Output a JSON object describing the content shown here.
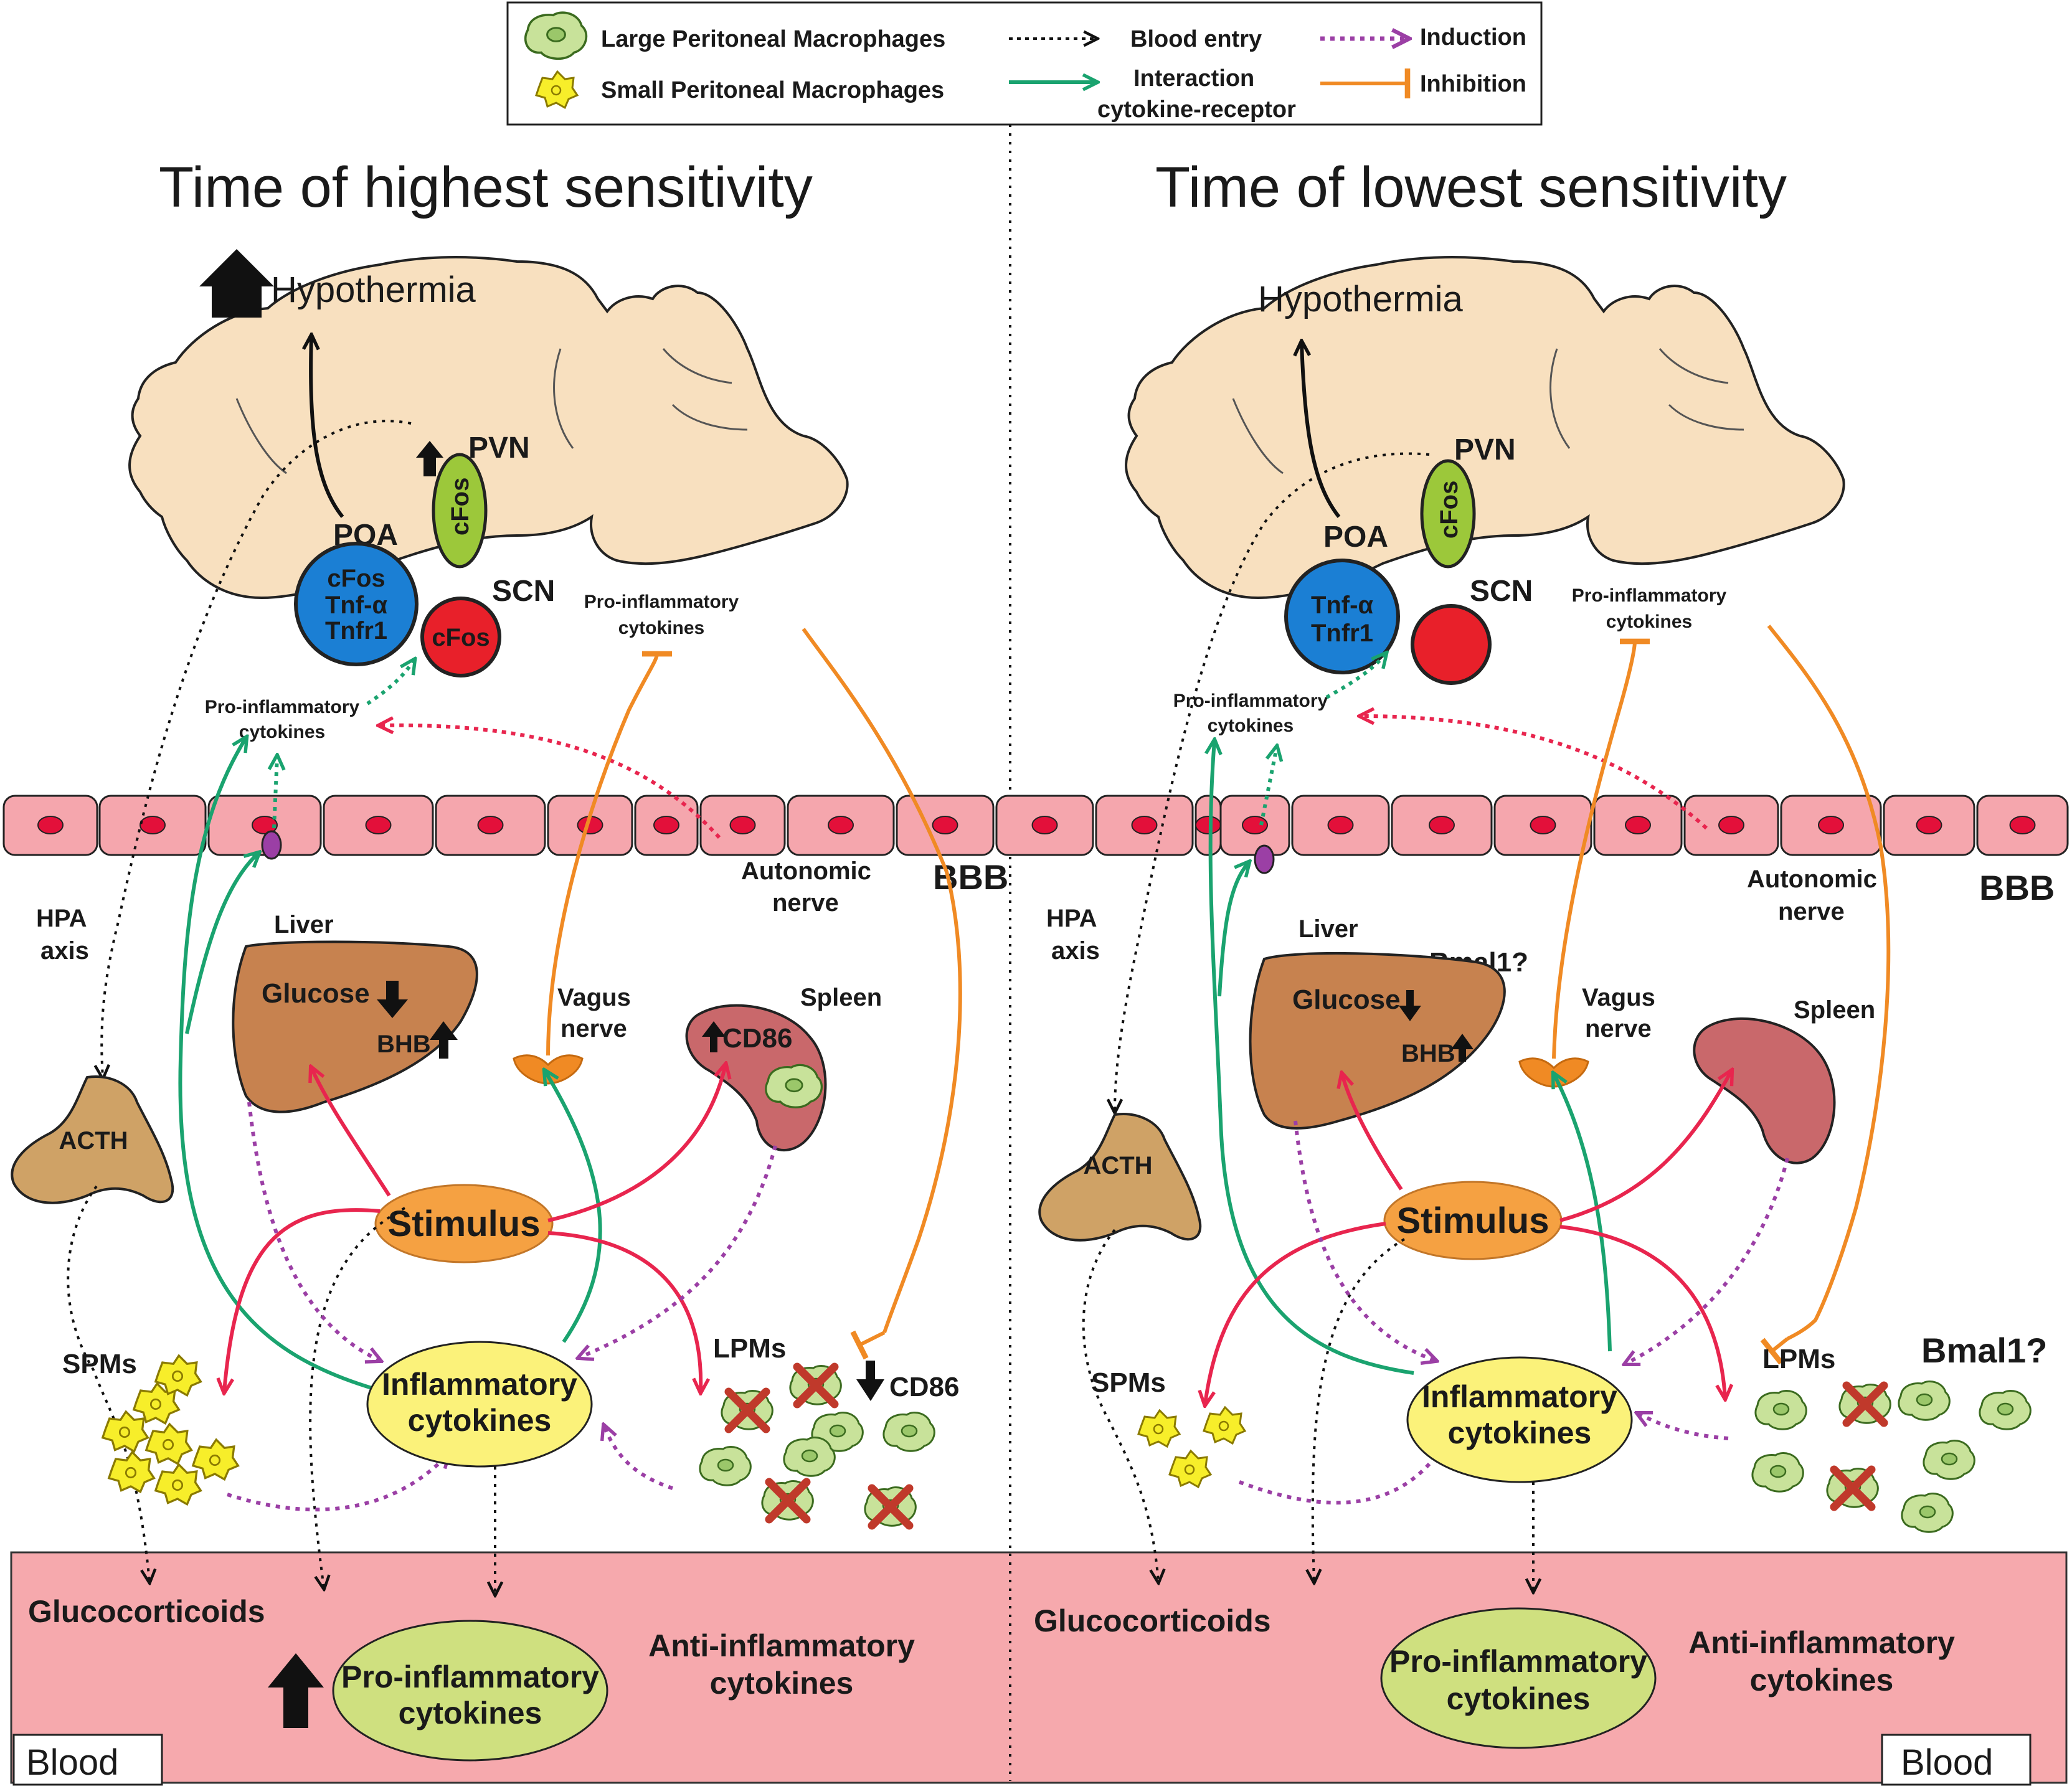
{
  "legend": {
    "lpm": "Large Peritoneal Macrophages",
    "spm": "Small Peritoneal Macrophages",
    "blood_entry": "Blood entry",
    "interaction_1": "Interaction",
    "interaction_2": "cytokine-receptor",
    "induction": "Induction",
    "inhibition": "Inhibition"
  },
  "colors": {
    "green_arrow": "#1aa36f",
    "induction": "#9b3fa5",
    "inhibition": "#f08a24",
    "stimulus_arrow": "#e8254e",
    "blood_bg": "#f6a9ad",
    "brain": "#f8e0bf",
    "bbb_cell": "#f5a6ad",
    "nucleus": "#e3103a",
    "poa": "#1b7fd4",
    "scn": "#e8202a",
    "pvn": "#9cc83a",
    "liver": "#c7824f",
    "spleen": "#c9686b",
    "acth": "#cfa266",
    "stimulus": "#f5a142",
    "inflammatory": "#fbf27a",
    "pro_blood": "#cfe07f",
    "lpm": "#c8e29a",
    "spm": "#f7ee2a",
    "cross": "#c0392b"
  },
  "panels": {
    "left": {
      "title": "Time of highest sensitivity",
      "hypothermia": "Hypothermia",
      "pvn": "PVN",
      "pvn_cfos": "cFos",
      "poa": "POA",
      "poa_lines": [
        "cFos",
        "Tnf-α",
        "Tnfr1"
      ],
      "scn": "SCN",
      "scn_cfos": "cFos",
      "brain_cyto_1": "Pro-inflammatory",
      "brain_cyto_2": "cytokines",
      "bbb_cyto_1": "Pro-inflammatory",
      "bbb_cyto_2": "cytokines",
      "autonomic_1": "Autonomic",
      "autonomic_2": "nerve",
      "bbb": "BBB",
      "hpa_1": "HPA",
      "hpa_2": "axis",
      "liver": "Liver",
      "glucose": "Glucose",
      "bhb": "BHB",
      "vagus_1": "Vagus",
      "vagus_2": "nerve",
      "spleen": "Spleen",
      "cd86": "CD86",
      "acth": "ACTH",
      "stimulus": "Stimulus",
      "spms": "SPMs",
      "lpms": "LPMs",
      "cd86_down": "CD86",
      "inflam_1": "Inflammatory",
      "inflam_2": "cytokines",
      "glucocorticoids": "Glucocorticoids",
      "pro_1": "Pro-inflammatory",
      "pro_2": "cytokines",
      "anti_1": "Anti-inflammatory",
      "anti_2": "cytokines",
      "blood": "Blood"
    },
    "right": {
      "title": "Time of lowest sensitivity",
      "hypothermia": "Hypothermia",
      "pvn": "PVN",
      "pvn_cfos": "cFos",
      "poa": "POA",
      "poa_lines": [
        "Tnf-α",
        "Tnfr1"
      ],
      "scn": "SCN",
      "brain_cyto_1": "Pro-inflammatory",
      "brain_cyto_2": "cytokines",
      "bbb_cyto_1": "Pro-inflammatory",
      "bbb_cyto_2": "cytokines",
      "autonomic_1": "Autonomic",
      "autonomic_2": "nerve",
      "bbb": "BBB",
      "hpa_1": "HPA",
      "hpa_2": "axis",
      "liver": "Liver",
      "bmal_liver": "Bmal1?",
      "glucose": "Glucose",
      "bhb": "BHB",
      "vagus_1": "Vagus",
      "vagus_2": "nerve",
      "spleen": "Spleen",
      "acth": "ACTH",
      "stimulus": "Stimulus",
      "spms": "SPMs",
      "lpms": "LPMs",
      "bmal_lpm": "Bmal1?",
      "inflam_1": "Inflammatory",
      "inflam_2": "cytokines",
      "glucocorticoids": "Glucocorticoids",
      "pro_1": "Pro-inflammatory",
      "pro_2": "cytokines",
      "anti_1": "Anti-inflammatory",
      "anti_2": "cytokines",
      "blood": "Blood"
    }
  }
}
